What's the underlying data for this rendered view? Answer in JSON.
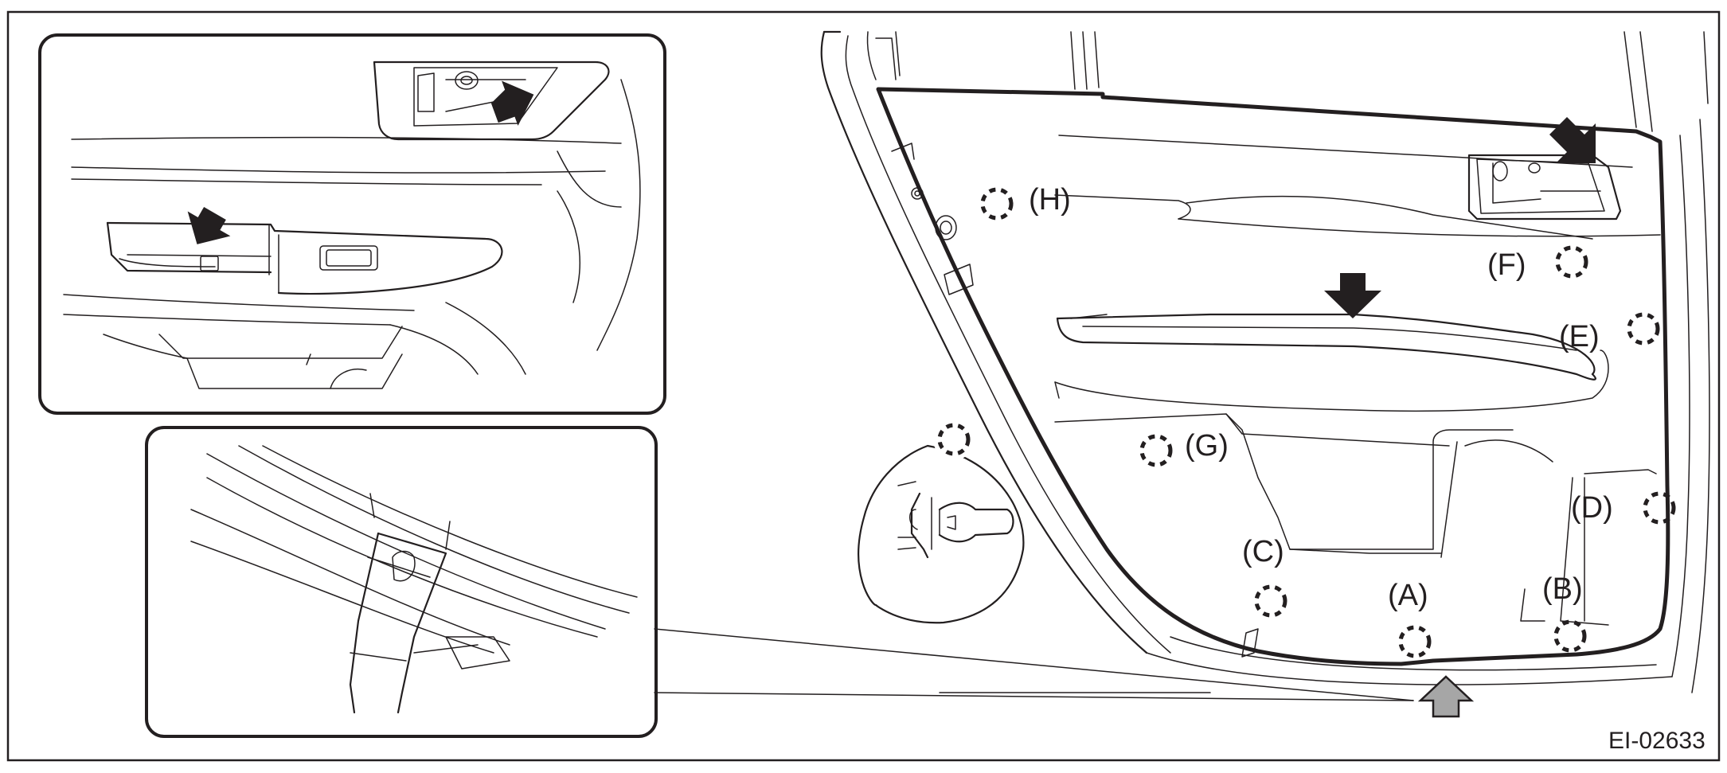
{
  "figure_id": "EI-02633",
  "clip_labels": {
    "a": "(A)",
    "b": "(B)",
    "c": "(C)",
    "d": "(D)",
    "e": "(E)",
    "f": "(F)",
    "g": "(G)",
    "h": "(H)"
  },
  "colors": {
    "line": "#231f20",
    "background": "#ffffff",
    "pry_point_arrow": "#a6a6a6",
    "removal_arrow": "#231f20"
  },
  "icons": [
    "down-arrow-icon",
    "diagonal-arrow-icon",
    "up-arrow-icon",
    "dashed-clip-marker"
  ]
}
